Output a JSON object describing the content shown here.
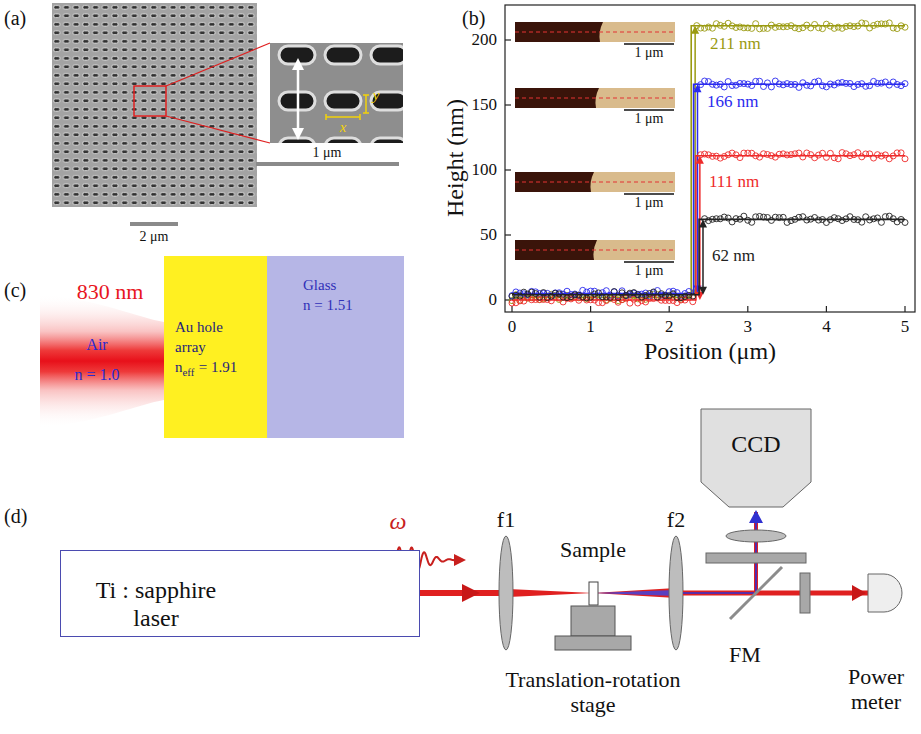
{
  "diagram": {
    "nodes": [
      {
        "text": [
          "Au hole array",
          "n",
          "eff",
          "= 1.91"
        ]
      },
      {
        "text": [
          "Glass",
          "n = 1.51"
        ]
      },
      {
        "text": [
          "Ti : sapphire laser"
        ]
      },
      {
        "text": [
          "CCD"
        ]
      }
    ],
    "labels": [
      "(a)",
      "x",
      "y",
      "1 μm",
      "2 μm",
      "(b)",
      "1 μm",
      "1 μm",
      "1 μm",
      "1 μm",
      "211 nm",
      "166 nm",
      "111 nm",
      "62 nm",
      "200",
      "150",
      "100",
      "50",
      "0",
      "0",
      "1",
      "2",
      "3",
      "4",
      "5",
      "Height (nm)",
      "Position (μm)",
      "(c)",
      "830 nm",
      "Air",
      "n = 1.0",
      "(d)",
      "ω",
      "f1",
      "Sample",
      "f2",
      "FM",
      "Power meter",
      "Translation-rotation stage"
    ]
  }
}
